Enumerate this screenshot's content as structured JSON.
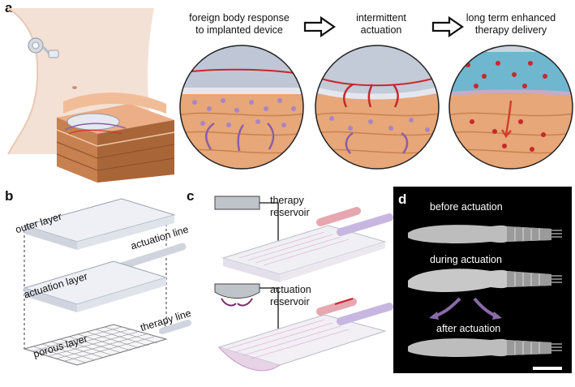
{
  "panel_letters": {
    "a": "a",
    "b": "b",
    "c": "c",
    "d": "d"
  },
  "panel_a": {
    "captions": [
      "foreign body response to implanted device",
      "intermittent actuation",
      "long term enhanced therapy delivery"
    ],
    "caption_lines": [
      [
        "foreign body response",
        "to implanted device"
      ],
      [
        "intermittent",
        "actuation"
      ],
      [
        "long term enhanced",
        "therapy delivery"
      ]
    ]
  },
  "panel_b": {
    "labels": {
      "outer_layer": "outer layer",
      "actuation_line": "actuation line",
      "actuation_layer": "actuation layer",
      "therapy_line": "therapy line",
      "porous_layer": "porous layer"
    }
  },
  "panel_c": {
    "labels": {
      "therapy_reservoir": [
        "therapy",
        "reservoir"
      ],
      "actuation_reservoir": [
        "actuation",
        "reservoir"
      ]
    }
  },
  "panel_d": {
    "labels": {
      "before": "before actuation",
      "during": "during actuation",
      "after": "after actuation"
    }
  },
  "colors": {
    "skin": "#e9a77d",
    "tissue": "#d98c56",
    "fluid": "#6fb7cf",
    "red": "#c8282b",
    "purple": "#8a5fa7",
    "device_gray": "#dfe2ea"
  }
}
